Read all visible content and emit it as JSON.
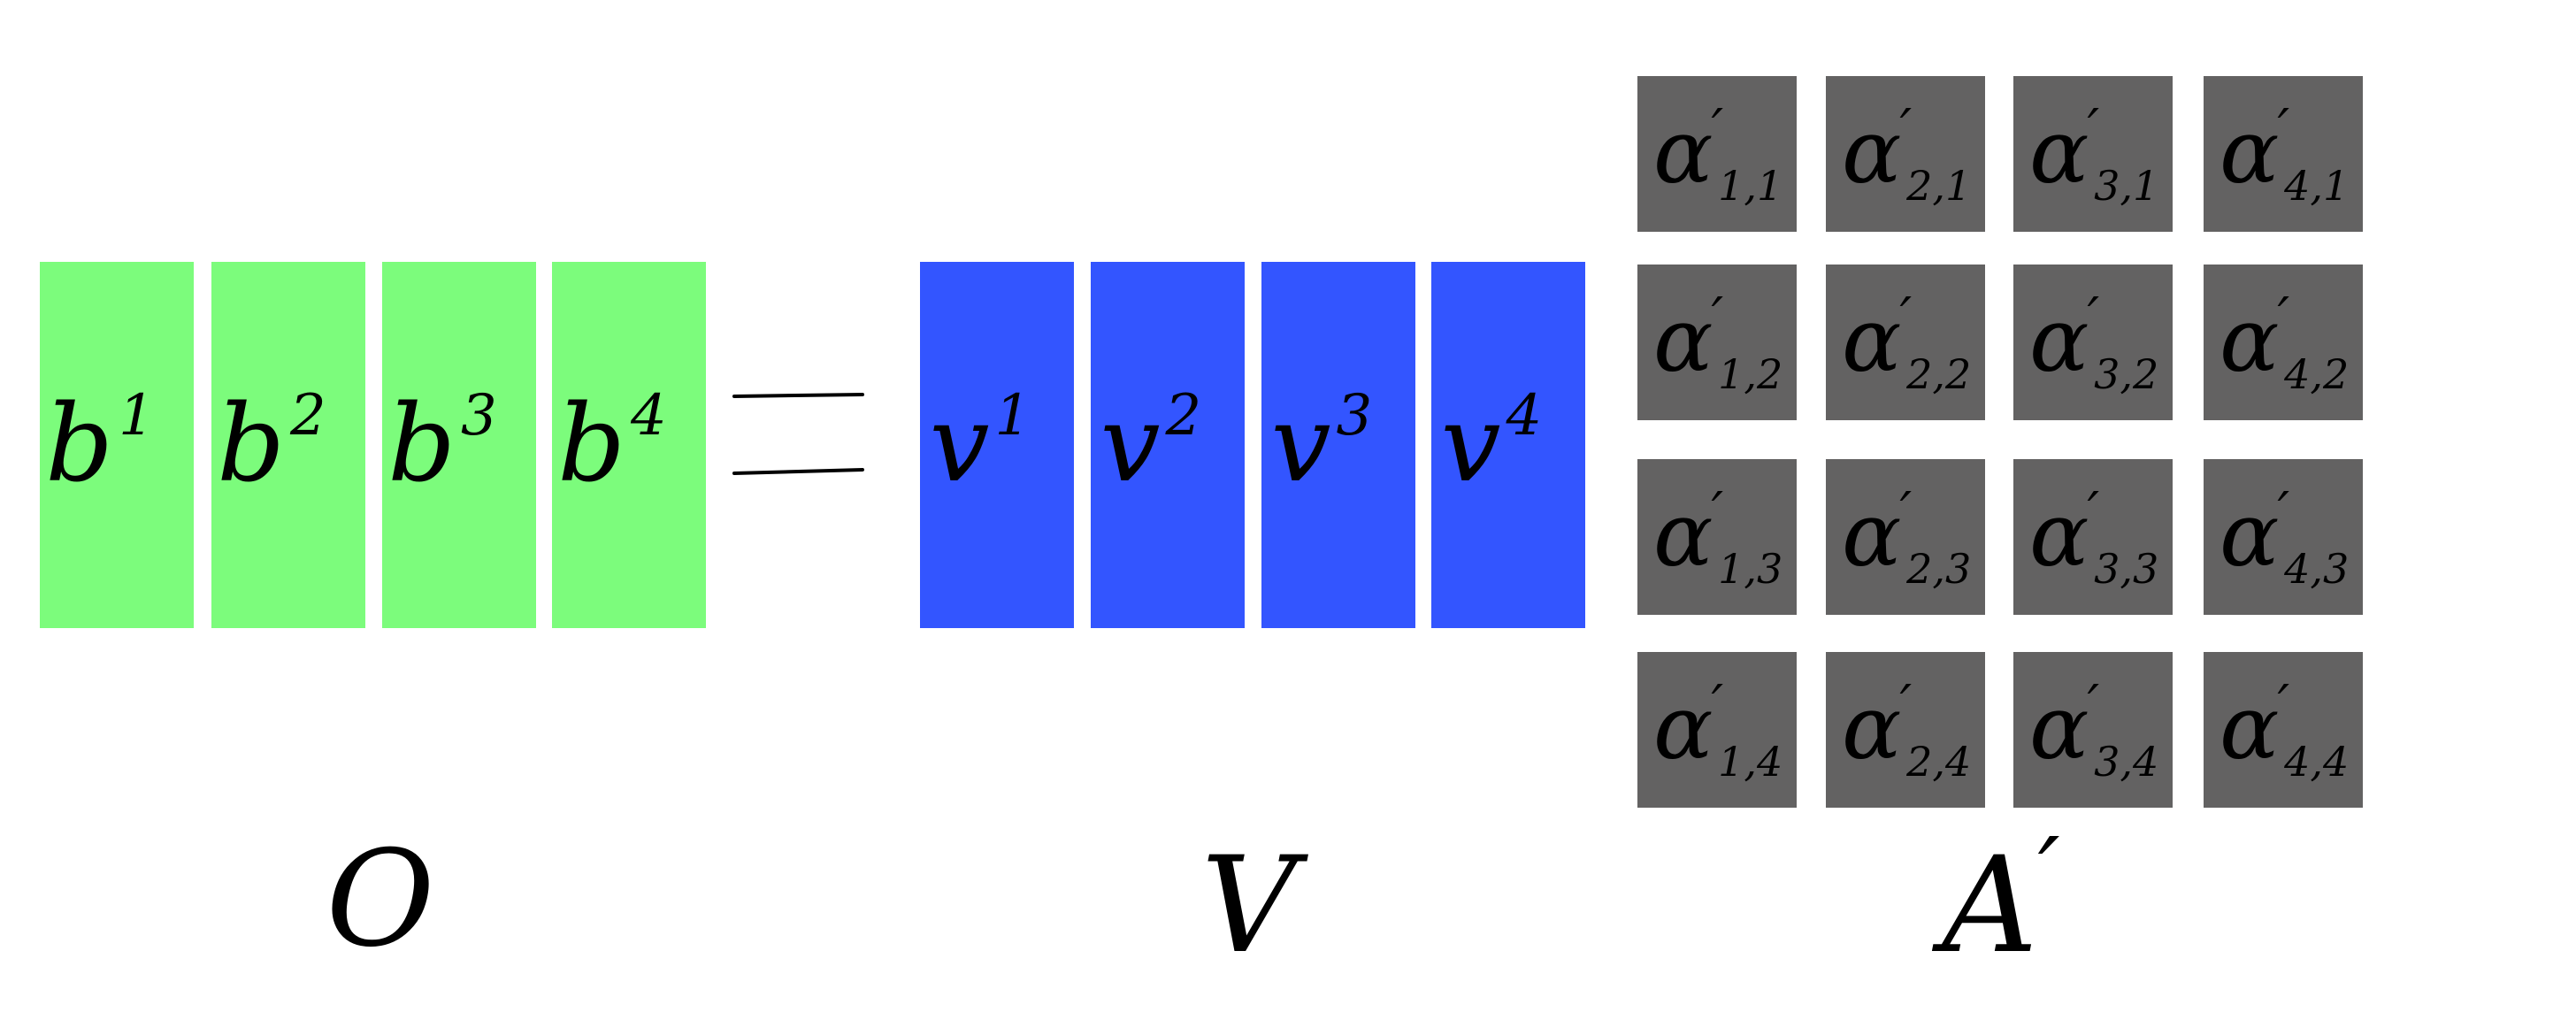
{
  "colors": {
    "background": "#ffffff",
    "output_block": "#7cfc7c",
    "value_block": "#3355ff",
    "attention_cell": "#636262",
    "ink": "#000000"
  },
  "output_vectors": {
    "symbol": "b",
    "items": [
      {
        "sup": "1"
      },
      {
        "sup": "2"
      },
      {
        "sup": "3"
      },
      {
        "sup": "4"
      }
    ]
  },
  "equals_symbol": "=",
  "value_vectors": {
    "symbol": "v",
    "items": [
      {
        "sup": "1"
      },
      {
        "sup": "2"
      },
      {
        "sup": "3"
      },
      {
        "sup": "4"
      }
    ]
  },
  "attention_matrix": {
    "symbol": "α",
    "prime": "′",
    "rows": [
      [
        "1,1",
        "2,1",
        "3,1",
        "4,1"
      ],
      [
        "1,2",
        "2,2",
        "3,2",
        "4,2"
      ],
      [
        "1,3",
        "2,3",
        "3,3",
        "4,3"
      ],
      [
        "1,4",
        "2,4",
        "3,4",
        "4,4"
      ]
    ]
  },
  "labels": {
    "output": "O",
    "value": "V",
    "attention": "A",
    "attention_prime": "′"
  }
}
